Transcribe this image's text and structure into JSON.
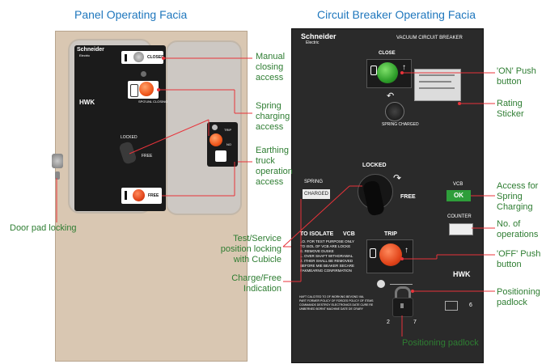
{
  "headings": {
    "left": "Panel Operating Facia",
    "right": "Circuit Breaker Operating Facia"
  },
  "left_panel": {
    "brand": "Schneider",
    "brand_sub": "Electric",
    "model": "HWK",
    "labels": {
      "closed": "CLOSED",
      "spring_closing": "SPG'UNL CLOSING",
      "locked": "LOCKED",
      "free": "FREE",
      "free_btn": "FREE",
      "trip": "TRIP",
      "no": "NO"
    }
  },
  "right_panel": {
    "brand": "Schneider",
    "brand_sub": "Electric",
    "title": "VACUUM CIRCUIT BREAKER",
    "close": "CLOSE",
    "spring_charged": "SPRING CHARGED",
    "locked": "LOCKED",
    "free": "FREE",
    "spring": "SPRING",
    "charged": "CHARGED",
    "vcb": "VCB",
    "ok": "OK",
    "counter": "COUNTER",
    "to_isolate": "TO ISOLATE",
    "vcb2": "VCB",
    "trip": "TRIP",
    "instructions": [
      "1O. FOR TEST PURPOSE ONLY",
      "TO ISOL OF VCB ARE LOCKE",
      "E. REMOVE DUSKE",
      "1. OVER SHAFT WITHDRAWAL",
      "2. ITHER SHALL BE REMOVED",
      "BEFORE MIE BEAKER SECARE",
      "FAKMEARNG CONFIRMATION"
    ],
    "model": "HWK",
    "small_text": [
      "HAFT CALCITED TO OF WORKING BEVOND VAL",
      "PART FORMER POLICY OF FORCES POLICY OF ITEMS",
      "COMMANDS DESTROY ELECTRONICS DATE CURE RE",
      "UNBERNED BORNT MACHINE DATE DE CRARY"
    ],
    "numbers": [
      "2",
      "7",
      "6"
    ]
  },
  "callouts": {
    "manual_closing": [
      "Manual",
      "closing",
      "access"
    ],
    "spring_charging": [
      "Spring",
      "charging",
      "access"
    ],
    "earthing_truck": [
      "Earthing",
      "truck",
      "operation",
      "access"
    ],
    "door_pad": "Door pad locking",
    "on_push": [
      "'ON' Push",
      "button"
    ],
    "rating_sticker": [
      "Rating",
      "Sticker"
    ],
    "access_spring": [
      "Access for",
      "Spring",
      "Charging"
    ],
    "no_operations": [
      "No. of",
      "operations"
    ],
    "test_service": [
      "Test/Service",
      "position locking",
      "with Cubicle"
    ],
    "charge_free": [
      "Charge/Free",
      "Indication"
    ],
    "off_push": [
      "'OFF' Push",
      "button"
    ],
    "positioning_padlock_right": [
      "Positioning",
      "padlock"
    ],
    "positioning_padlock_bottom": "Positioning padlock"
  },
  "colors": {
    "heading": "#1f77bd",
    "callout": "#2e7d32",
    "leader": "#e8333a",
    "panel_beige": "#d9c7b2",
    "breaker_dark": "#2a2a2a"
  }
}
